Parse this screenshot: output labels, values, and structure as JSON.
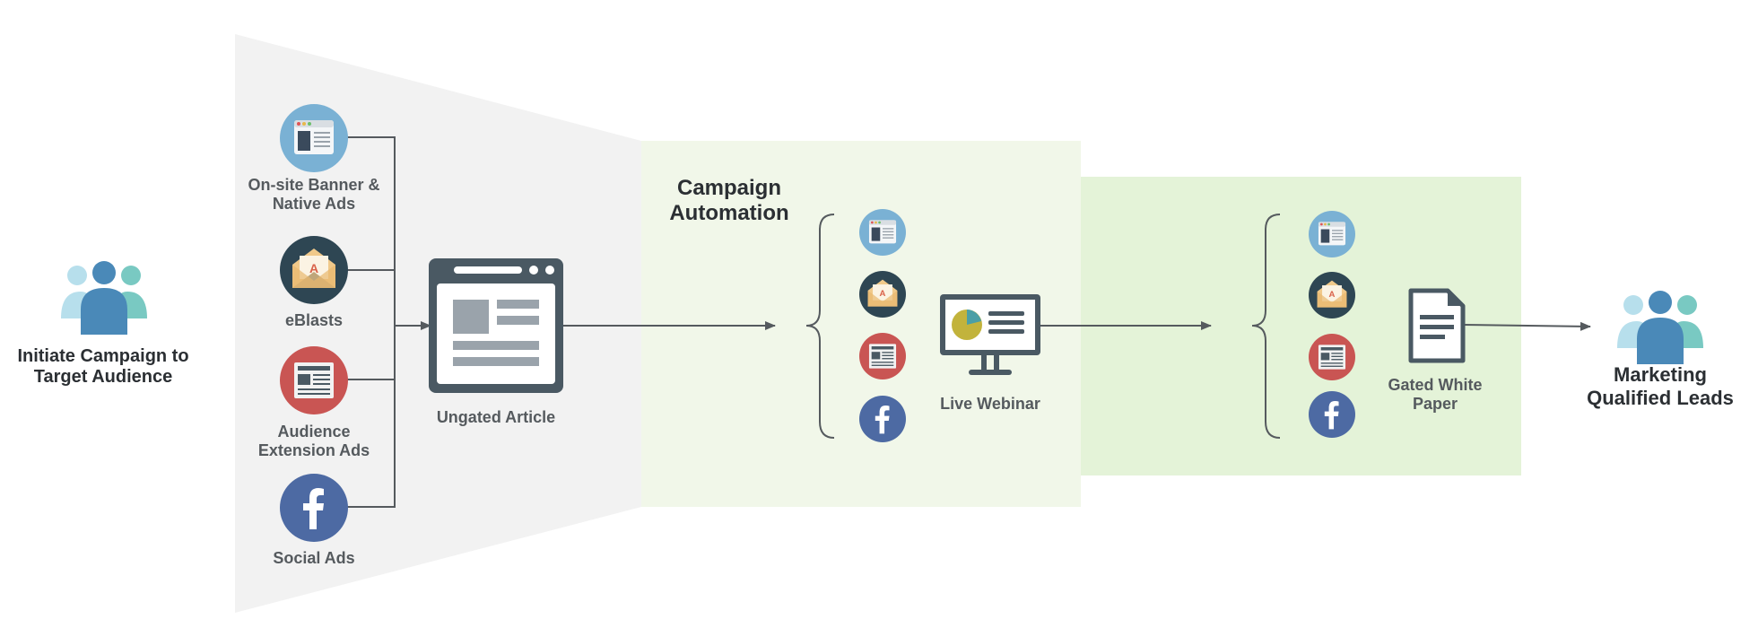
{
  "start": {
    "label": "Initiate Campaign to Target Audience",
    "icon": "people-group-icon"
  },
  "channels": [
    {
      "label": "On-site Banner & Native Ads",
      "icon": "browser-window-icon",
      "color": "#7ab1d4"
    },
    {
      "label": "eBlasts",
      "icon": "email-envelope-icon",
      "color": "#2e4653"
    },
    {
      "label": "Audience Extension Ads",
      "icon": "newspaper-icon",
      "color": "#c95553"
    },
    {
      "label": "Social Ads",
      "icon": "facebook-icon",
      "color": "#4d6aa3"
    }
  ],
  "article": {
    "label": "Ungated Article",
    "icon": "web-page-icon"
  },
  "automation": {
    "title": "Campaign Automation"
  },
  "webinar": {
    "label": "Live Webinar",
    "icon": "monitor-presentation-icon"
  },
  "whitepaper": {
    "label": "Gated White Paper",
    "icon": "document-icon"
  },
  "end": {
    "label": "Marketing Qualified Leads",
    "icon": "people-group-icon"
  },
  "colors": {
    "funnel": "#f2f2f2",
    "automation_bg": "#f1f7e9",
    "gated_bg": "#e4f3d8",
    "connector": "#555a5e",
    "icon_dark": "#4a5963",
    "people_dark": "#4a89b8",
    "people_light": "#b7dfec",
    "people_teal": "#79c9c2",
    "pie": "#c2b33c"
  }
}
